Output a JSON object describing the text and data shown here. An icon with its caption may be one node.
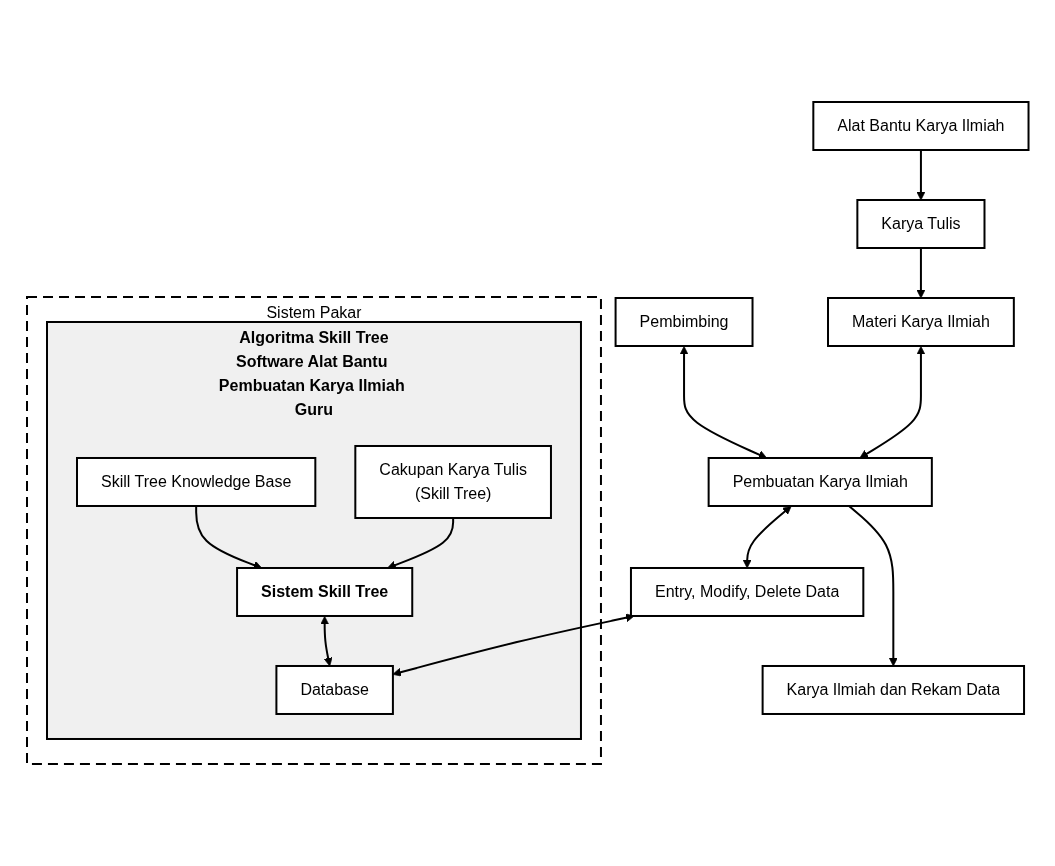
{
  "diagram": {
    "nodes": [
      {
        "text": [
          "Alat Bantu Karya Ilmiah"
        ]
      },
      {
        "text": [
          "Karya Tulis"
        ]
      },
      {
        "text": [
          "Pembimbing"
        ]
      },
      {
        "text": [
          "Materi Karya Ilmiah"
        ]
      },
      {
        "text": [
          "Pembuatan Karya Ilmiah"
        ]
      },
      {
        "text": [
          "Karya Ilmiah dan Rekam Data"
        ]
      },
      {
        "text": [
          "Entry, Modify, Delete Data"
        ]
      },
      {
        "text": [
          "Sistem Pakar"
        ]
      },
      {
        "text": [
          "Algoritma Skill Tree",
          "Software Alat Bantu Pembuatan Karya Ilmiah Guru"
        ],
        "in": 7
      },
      {
        "text": [
          "Sistem Skill Tree"
        ],
        "in": 8
      },
      {
        "text": [
          "Database"
        ],
        "in": 8
      },
      {
        "text": [
          "Cakupan Karya Tulis",
          "(Skill Tree)"
        ],
        "in": 8
      },
      {
        "text": [
          "Skill Tree Knowledge Base"
        ],
        "in": 8
      }
    ],
    "edges": [
      {
        "from": 0,
        "to": 1,
        "arrow": "to"
      },
      {
        "from": 1,
        "to": 3,
        "arrow": "to"
      },
      {
        "from": 3,
        "to": 4,
        "arrow": "both"
      },
      {
        "from": 4,
        "to": 2,
        "arrow": "both"
      },
      {
        "from": 4,
        "to": 5,
        "arrow": "to"
      },
      {
        "from": 4,
        "to": 6,
        "arrow": "both"
      },
      {
        "from": 6,
        "to": 10,
        "arrow": "both"
      },
      {
        "from": 9,
        "to": 10,
        "arrow": "both"
      },
      {
        "from": 11,
        "to": 9,
        "arrow": "to"
      },
      {
        "from": 12,
        "to": 9,
        "arrow": "to"
      }
    ]
  }
}
